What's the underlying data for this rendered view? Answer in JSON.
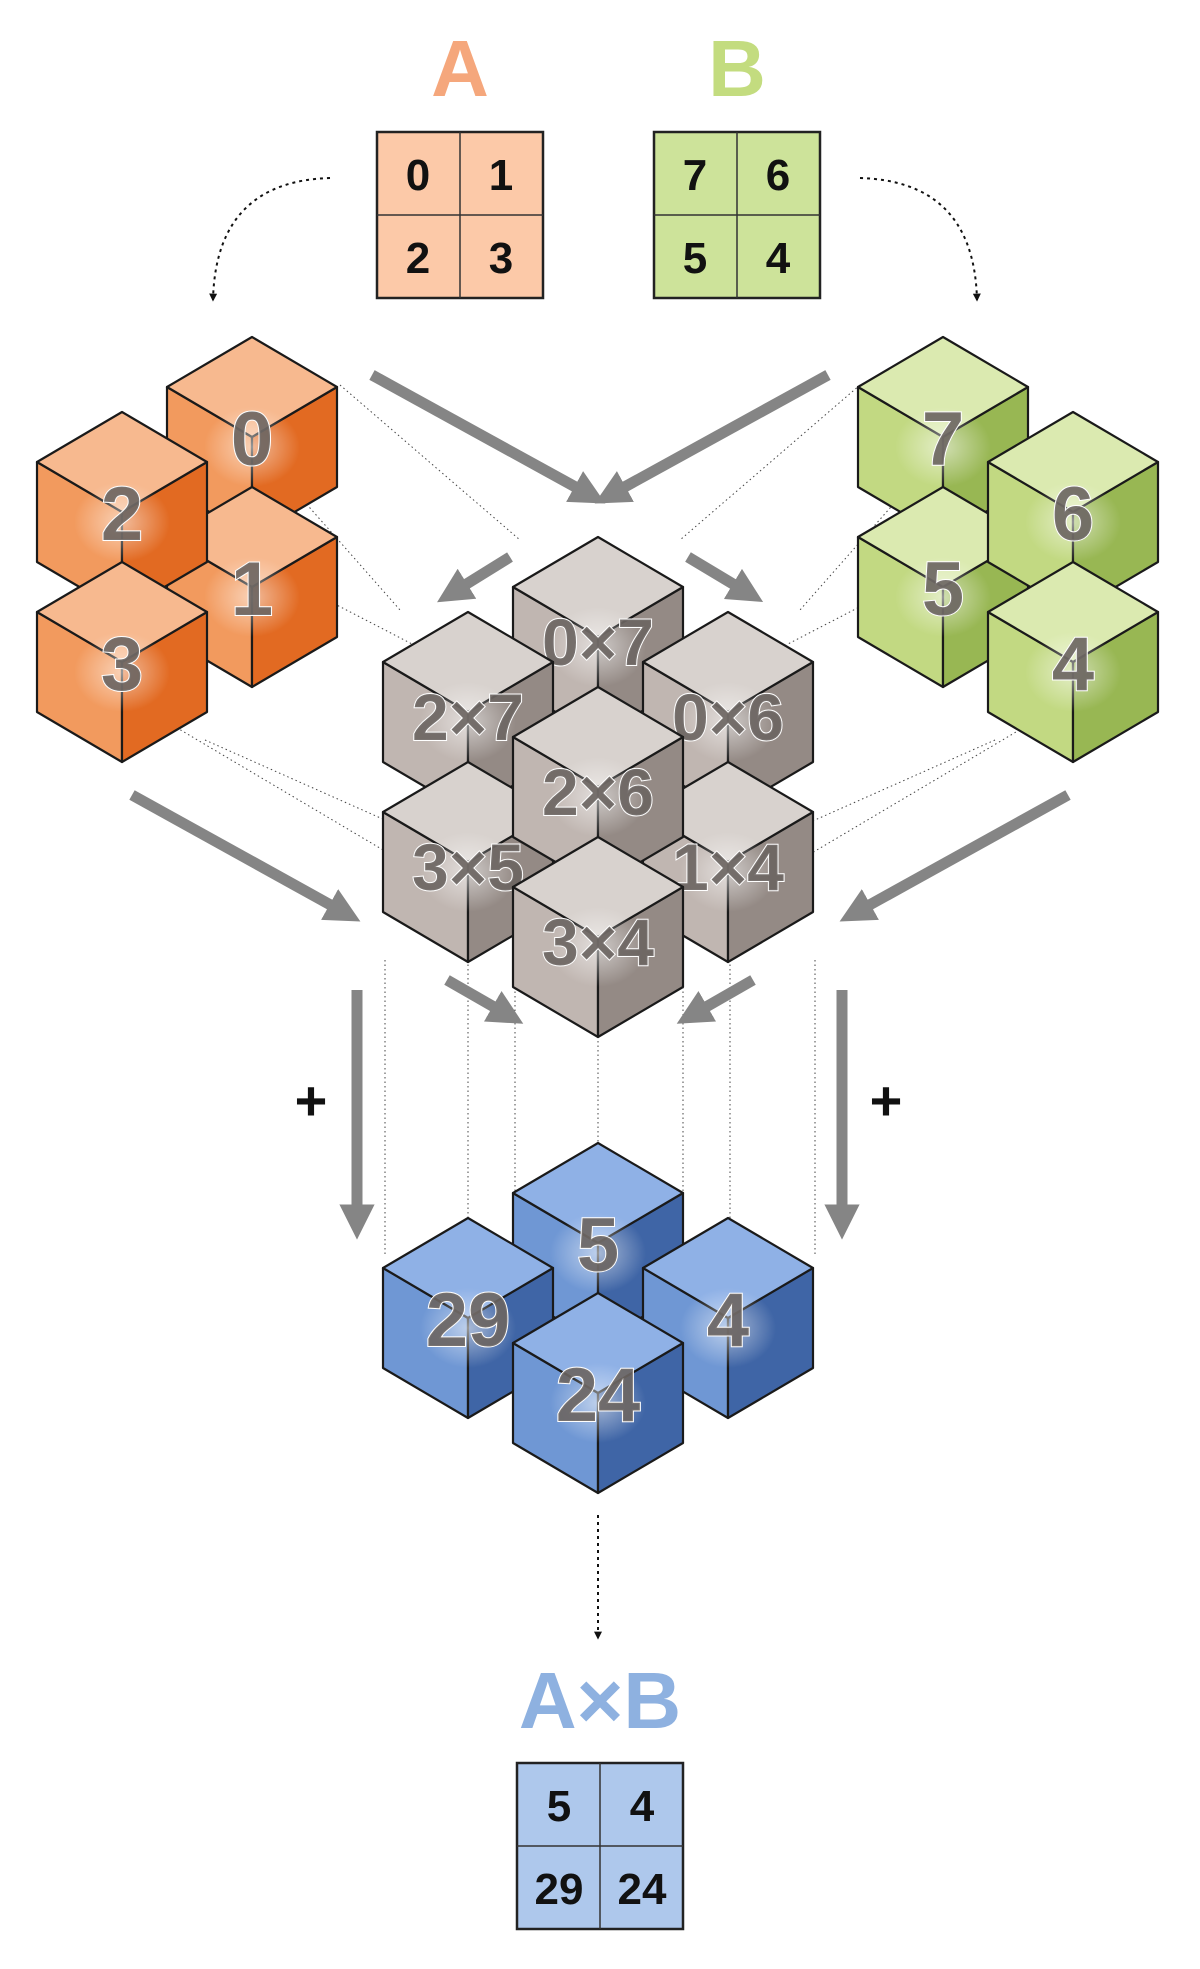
{
  "matrix_a": {
    "title": "A",
    "cells": [
      "0",
      "1",
      "2",
      "3"
    ],
    "color": "#f5a77c",
    "fill": "#fcc9a8"
  },
  "matrix_b": {
    "title": "B",
    "cells": [
      "7",
      "6",
      "5",
      "4"
    ],
    "color": "#c3dc7f",
    "fill": "#cde39a"
  },
  "result": {
    "title": "A×B",
    "cells": [
      "5",
      "4",
      "29",
      "24"
    ],
    "color": "#8eb1e0",
    "fill": "#aec8ec"
  },
  "cubes_a": {
    "labels": [
      "0",
      "2",
      "1",
      "3"
    ],
    "colors": {
      "top": "#f7b98f",
      "left": "#f29a5e",
      "right": "#e26a22"
    }
  },
  "cubes_b": {
    "labels": [
      "7",
      "6",
      "5",
      "4"
    ],
    "colors": {
      "top": "#dbeab0",
      "left": "#c2d982",
      "right": "#98b753"
    }
  },
  "cubes_products": {
    "labels": [
      "0×7",
      "2×7",
      "0×6",
      "3×5",
      "1×4",
      "2×6",
      "3×4"
    ],
    "colors": {
      "top": "#d8d2ce",
      "left": "#c0b6b1",
      "right": "#948a85"
    }
  },
  "cubes_sums": {
    "labels": [
      "5",
      "29",
      "4",
      "24"
    ],
    "colors": {
      "top": "#8fb1e6",
      "left": "#6f97d4",
      "right": "#3f65a6"
    }
  },
  "operators": {
    "plus_left": "+",
    "plus_right": "+"
  },
  "arrow_color": "#858585"
}
